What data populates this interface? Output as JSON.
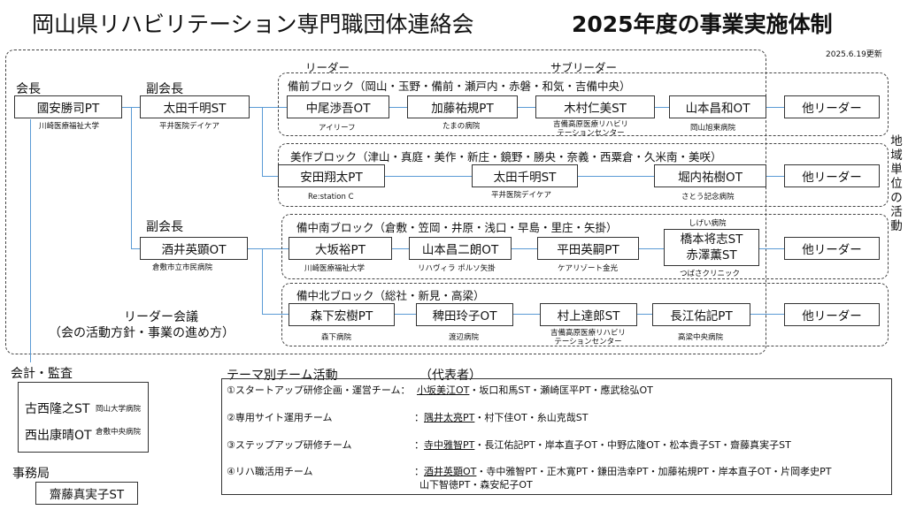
{
  "title": {
    "org": "岡山県リハビリテーション専門職団体連絡会",
    "plan": "2025年度の事業実施体制"
  },
  "update": "2025.6.19更新",
  "headers": {
    "leader": "リーダー",
    "subleader": "サブリーダー"
  },
  "president": {
    "role": "会長",
    "name": "國安勝司PT",
    "aff": "川崎医療福祉大学"
  },
  "vp1": {
    "role": "副会長",
    "name": "太田千明ST",
    "aff": "平井医院デイケア"
  },
  "vp2": {
    "role": "副会長",
    "name": "酒井英顕OT",
    "aff": "倉敷市立市民病院"
  },
  "leaders_meeting": {
    "line1": "リーダー会議",
    "line2": "（会の活動方針・事業の進め方）"
  },
  "side_label": [
    "地",
    "域",
    "単",
    "位",
    "の",
    "活",
    "動"
  ],
  "blocks": [
    {
      "title": "備前ブロック（岡山・玉野・備前・瀬戸内・赤磐・和気・吉備中央）",
      "members": [
        {
          "name": "中尾渉吾OT",
          "aff": "アイリーフ"
        },
        {
          "name": "加藤祐規PT",
          "aff": "たまの病院"
        },
        {
          "name": "木村仁美ST",
          "aff": "吉備高原医療リハビリ\nテーションセンター"
        },
        {
          "name": "山本昌和OT",
          "aff": "岡山旭東病院"
        }
      ],
      "other": "他リーダー"
    },
    {
      "title": "美作ブロック（津山・真庭・美作・新庄・鏡野・勝央・奈義・西粟倉・久米南・美咲）",
      "members": [
        {
          "name": "安田翔太PT",
          "aff": "Re:station C"
        },
        {
          "name": "太田千明ST",
          "aff": "平井医院デイケア"
        },
        {
          "name": "堀内祐樹OT",
          "aff": "さとう記念病院"
        }
      ],
      "other": "他リーダー"
    },
    {
      "title": "備中南ブロック（倉敷・笠岡・井原・浅口・早島・里庄・矢掛）",
      "members": [
        {
          "name": "大坂裕PT",
          "aff": "川崎医療福祉大学"
        },
        {
          "name": "山本昌二朗OT",
          "aff": "リハヴィラ ポルソ矢掛"
        },
        {
          "name": "平田英嗣PT",
          "aff": "ケアリゾート金光"
        },
        {
          "name": "橋本将志ST",
          "name2": "赤澤薫ST",
          "aff_top": "しげい病院",
          "aff": "つばさクリニック"
        }
      ],
      "other": "他リーダー"
    },
    {
      "title": "備中北ブロック（総社・新見・高梁）",
      "members": [
        {
          "name": "森下宏樹PT",
          "aff": "森下病院"
        },
        {
          "name": "稗田玲子OT",
          "aff": "渡辺病院"
        },
        {
          "name": "村上達郎ST",
          "aff": "吉備高原医療リハビリ\nテーションセンター"
        },
        {
          "name": "長江佑記PT",
          "aff": "高梁中央病院"
        }
      ],
      "other": "他リーダー"
    }
  ],
  "audit": {
    "title": "会計・監査",
    "members": [
      {
        "name": "古西隆之ST",
        "aff": "岡山大学病院"
      },
      {
        "name": "西出康晴OT",
        "aff": "倉敷中央病院"
      }
    ]
  },
  "office": {
    "title": "事務局",
    "name": "齋藤真実子ST"
  },
  "teams": {
    "title": "テーマ別チーム活動",
    "rep": "（代表者）",
    "rows": [
      {
        "name": "①スタートアップ研修企画・運営チーム：",
        "lead": "小坂美江OT",
        "rest": "・坂口和馬ST・瀬崎匡平PT・應武稔弘OT",
        "rest2": ""
      },
      {
        "name": "②専用サイト運用チーム",
        "lead": "隅井太亮PT",
        "rest": "・村下佳OT・糸山克哉ST",
        "rest2": ""
      },
      {
        "name": "③ステップアップ研修チーム",
        "lead": "寺中雅智PT",
        "rest": "・長江佑記PT・岸本直子OT・中野広隆OT・松本貴子ST・齋藤真実子ST",
        "rest2": ""
      },
      {
        "name": "④リハ職活用チーム",
        "lead": "酒井英顕OT",
        "rest": "・寺中雅智PT・正木寛PT・鎌田浩幸PT・加藤祐規PT・岸本直子OT・片岡孝史PT",
        "rest2": "山下智徳PT・森安紀子OT"
      }
    ]
  }
}
